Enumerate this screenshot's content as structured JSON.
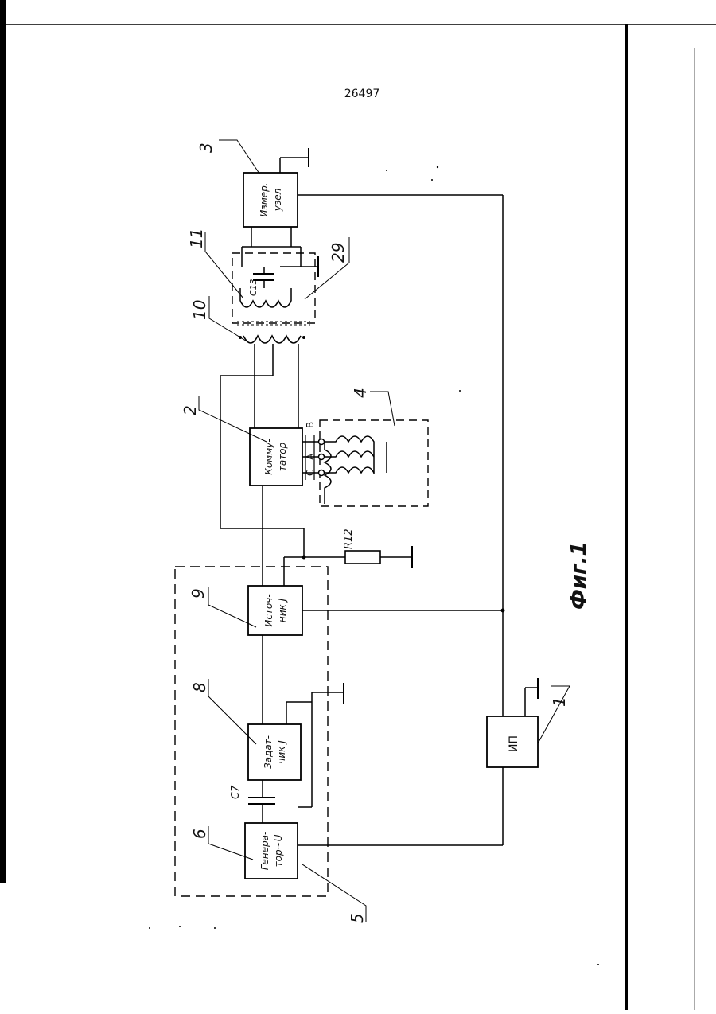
{
  "page": {
    "doc_number": "26497",
    "figure_label": "Фиг.1"
  },
  "blocks": {
    "b1": {
      "number": "1",
      "label": "ИП"
    },
    "b2": {
      "number": "2",
      "label_line1": "Комму-",
      "label_line2": "татор"
    },
    "b3": {
      "number": "3",
      "label_line1": "Измер.",
      "label_line2": "узел"
    },
    "b4": {
      "number": "4",
      "phase_c": "C",
      "phase_a": "A",
      "phase_b": "B"
    },
    "b5": {
      "number": "5"
    },
    "b6": {
      "number": "6",
      "label_line1": "Генера-",
      "label_line2": "тор~U"
    },
    "b8": {
      "number": "8",
      "label_line1": "Задат-",
      "label_line2": "чик J"
    },
    "b9": {
      "number": "9",
      "label_line1": "Источ-",
      "label_line2": "ник J"
    },
    "b10": {
      "number": "10"
    },
    "b11": {
      "number": "11"
    },
    "b29": {
      "number": "29"
    }
  },
  "components": {
    "c7": "C7",
    "c13": "C13",
    "r12": "R12"
  }
}
